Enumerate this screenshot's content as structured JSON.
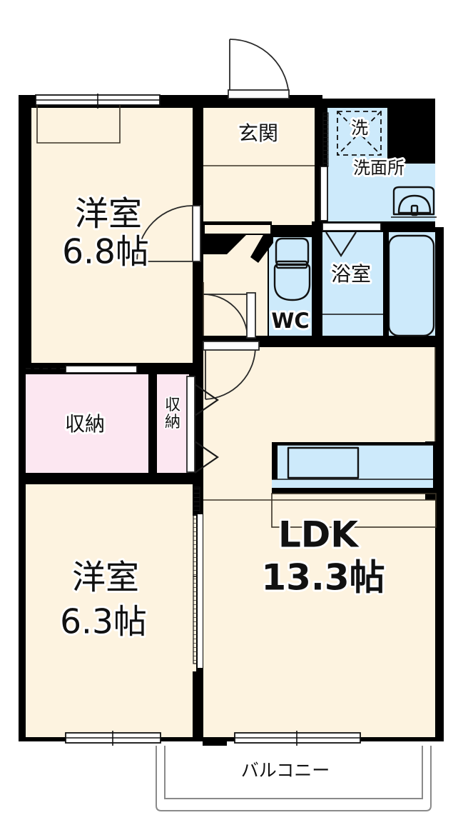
{
  "plan": {
    "type": "japanese-apartment-floor-plan",
    "layout_code": "2LDK",
    "background_color": "#ffffff",
    "colors": {
      "wall": "#000000",
      "living_floor": "#fdf3e0",
      "wet_area_floor": "#cdeafb",
      "closet_floor": "#fce7f1",
      "outline": "#3a3226",
      "text": "#111111",
      "text_halo": "#ffffff",
      "balcony_outline": "#8a8a8a"
    }
  },
  "rooms": {
    "bedroom_north": {
      "name": "洋室",
      "size": "6.8帖"
    },
    "bedroom_south": {
      "name": "洋室",
      "size": "6.3帖"
    },
    "living": {
      "name": "LDK",
      "size": "13.3帖"
    },
    "entrance": {
      "name": "玄関"
    },
    "washroom": {
      "name": "洗面所"
    },
    "washer_space": {
      "name": "洗"
    },
    "bathroom": {
      "name": "浴室"
    },
    "toilet": {
      "name": "WC"
    },
    "closet_large": {
      "name": "収納"
    },
    "closet_small": {
      "name": "収納"
    },
    "balcony": {
      "name": "バルコニー"
    }
  },
  "fixtures": [
    {
      "name": "toilet-bowl",
      "room": "WC"
    },
    {
      "name": "washbasin-vanity",
      "room": "洗面所"
    },
    {
      "name": "bathtub",
      "room": "浴室"
    },
    {
      "name": "kitchen-sink-counter",
      "room": "LDK"
    },
    {
      "name": "washing-machine-space",
      "room": "洗"
    }
  ],
  "openings": [
    {
      "name": "entrance-door",
      "type": "hinged",
      "room": "玄関"
    },
    {
      "name": "bedroom-north-door",
      "type": "hinged",
      "room": "洋室 6.8帖"
    },
    {
      "name": "toilet-door",
      "type": "hinged",
      "room": "WC"
    },
    {
      "name": "hallway-door",
      "type": "hinged",
      "room": "LDK"
    },
    {
      "name": "bedroom-south-door",
      "type": "sliding",
      "room": "洋室 6.3帖"
    },
    {
      "name": "closet-large-door",
      "type": "sliding",
      "room": "収納"
    },
    {
      "name": "closet-small-door",
      "type": "folding",
      "room": "収納"
    },
    {
      "name": "bathroom-door",
      "type": "folding",
      "room": "浴室"
    },
    {
      "name": "washroom-door",
      "type": "sliding",
      "room": "洗面所"
    },
    {
      "name": "balcony-window-ldk",
      "type": "sliding-window",
      "room": "LDK"
    },
    {
      "name": "balcony-window-bedroom-south",
      "type": "sliding-window",
      "room": "洋室 6.3帖"
    },
    {
      "name": "window-bedroom-north",
      "type": "sliding-window",
      "room": "洋室 6.8帖"
    }
  ]
}
